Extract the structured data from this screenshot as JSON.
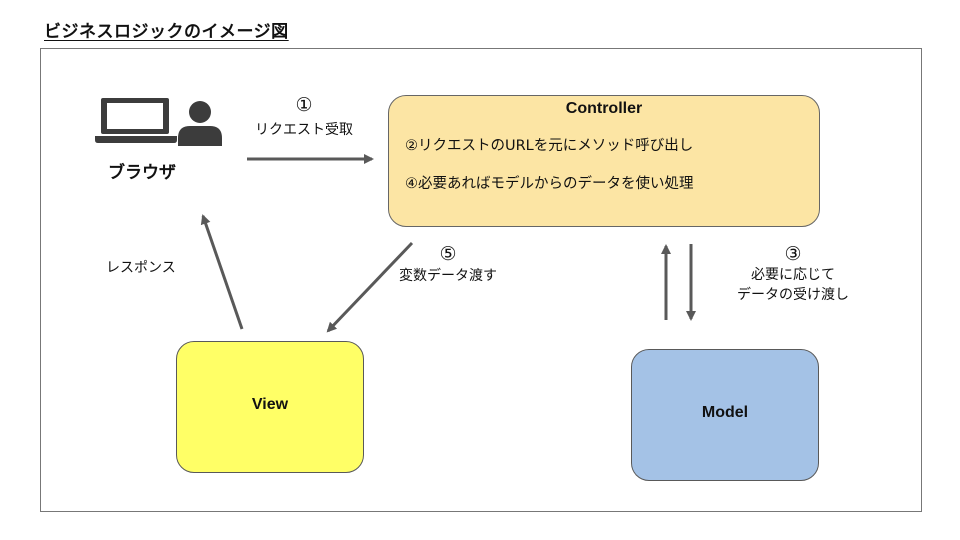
{
  "title": "ビジネスロジックのイメージ図",
  "browser": {
    "label": "ブラウザ"
  },
  "controller": {
    "title": "Controller",
    "line1": "②リクエストのURLを元にメソッド呼び出し",
    "line2": "④必要あればモデルからのデータを使い処理"
  },
  "view": {
    "title": "View"
  },
  "model": {
    "title": "Model"
  },
  "arrows": {
    "request": {
      "num": "①",
      "text": "リクエスト受取"
    },
    "response": {
      "text": "レスポンス"
    },
    "to_view": {
      "num": "⑤",
      "text": "変数データ渡す"
    },
    "model_exchange": {
      "num": "③",
      "line1": "必要に応じて",
      "line2": "データの受け渡し"
    }
  },
  "colors": {
    "controller": "#fce5a4",
    "view": "#ffff66",
    "model": "#a4c2e6",
    "arrow": "#595959"
  }
}
